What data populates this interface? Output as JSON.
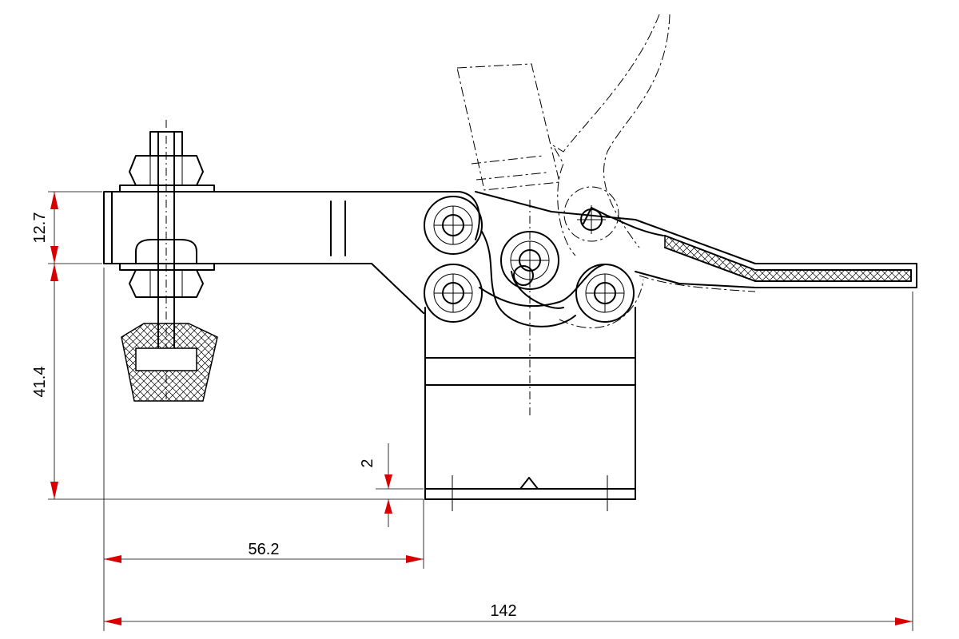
{
  "dimensions": {
    "arm_thickness": "12.7",
    "spindle_height": "41.4",
    "bar_offset": "2",
    "spindle_to_base": "56.2",
    "overall_length": "142"
  },
  "colors": {
    "lines": "#000000",
    "arrows": "#d80000",
    "background": "#ffffff"
  }
}
